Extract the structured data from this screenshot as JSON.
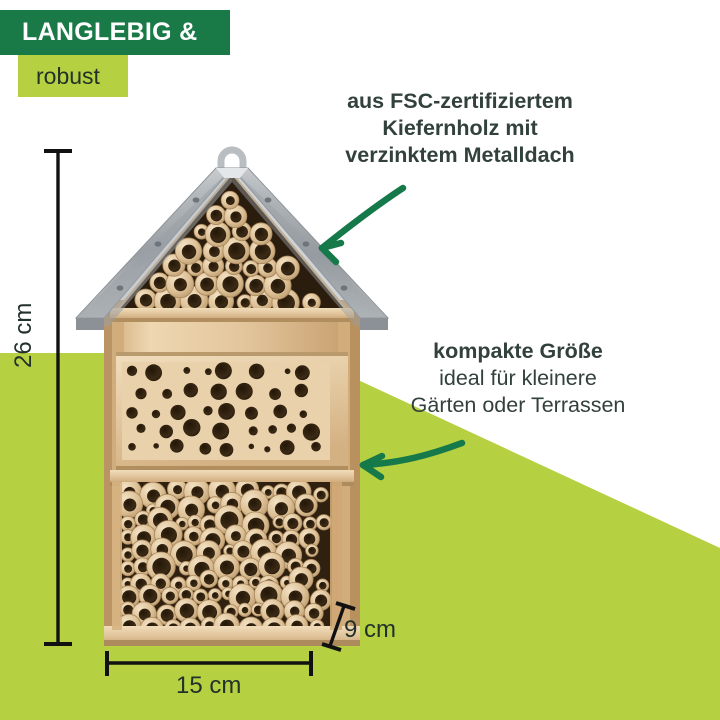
{
  "badges": {
    "primary": "LANGLEBIG &",
    "secondary": "robust"
  },
  "annotations": {
    "roof": {
      "line1": "aus FSC-zertifiziertem",
      "line2": "Kiefernholz mit",
      "line3": "verzinktem Metalldach"
    },
    "size": {
      "line1": "kompakte Größe",
      "line2": "ideal für kleinere",
      "line3": "Gärten oder Terrassen"
    }
  },
  "dimensions": {
    "height": "26 cm",
    "width": "15 cm",
    "depth": "9 cm"
  },
  "colors": {
    "dark_green": "#1a7a47",
    "light_green": "#b5d040",
    "arrow_green": "#16794a",
    "text_dark": "#32413c",
    "wood_light": "#e8cfa6",
    "wood_mid": "#d9b884",
    "wood_dark": "#b08e5e",
    "metal_light": "#cfd2d4",
    "metal_mid": "#a7acb0",
    "metal_dark": "#7f868b",
    "tube_hole": "#3a2a18"
  },
  "product": {
    "name": "insect-hotel",
    "sections": [
      "bamboo-gable",
      "drilled-wood-block",
      "bamboo-lower-chamber"
    ],
    "roof": "galvanised-metal-roof-with-hanging-loop"
  }
}
